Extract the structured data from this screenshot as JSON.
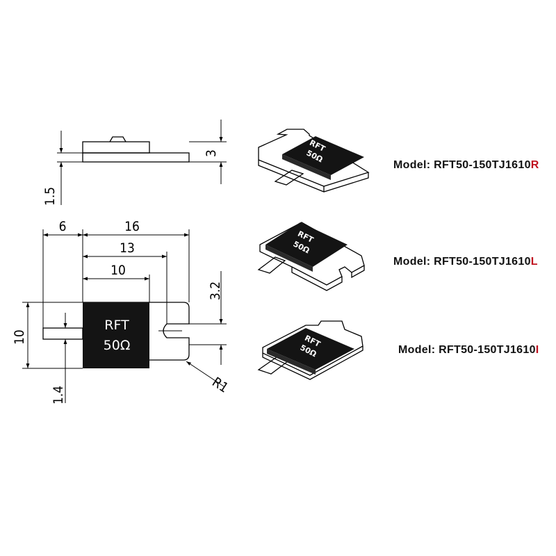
{
  "dimensions": {
    "side_thickness": "3",
    "side_flange": "1.5",
    "top_offset": "6",
    "top_width_16": "16",
    "top_width_13": "13",
    "top_width_10": "10",
    "height_10": "10",
    "slot_3_2": "3.2",
    "tab_1_4": "1.4",
    "radius": "R1"
  },
  "chip": {
    "line1": "RFT",
    "line2": "50Ω"
  },
  "models": [
    {
      "prefix": "Model:  RFT50-150TJ1610",
      "suffix": "R",
      "suffix_color": "#c0111f"
    },
    {
      "prefix": "Model:  RFT50-150TJ1610",
      "suffix": "L",
      "suffix_color": "#c0111f"
    },
    {
      "prefix": "Model:  RFT50-150TJ1610",
      "suffix": "I",
      "suffix_color": "#c0111f"
    }
  ],
  "colors": {
    "chip_body": "#141414",
    "flange": "#ffffff",
    "outline": "#000000"
  }
}
